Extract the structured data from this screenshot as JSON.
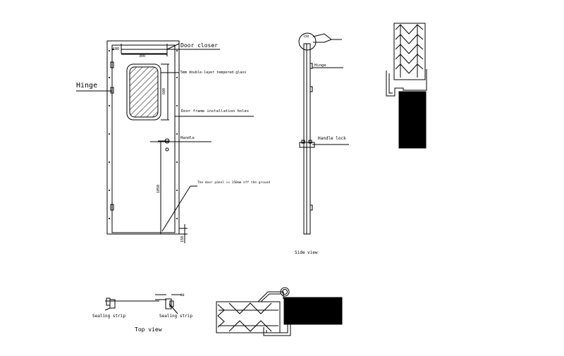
{
  "labels": {
    "door_closer": "Door closer",
    "glass": "5mm double-layer tempered glass",
    "hinge_main": "Hinge",
    "frame_holes": "Door frame installation holes",
    "handle": "Handle",
    "ground_note": "The door panel is 150mm off the ground",
    "hinge_side": "Hinge",
    "handle_lock": "Handle lock",
    "side_view": "Side view",
    "top_view": "Top view",
    "sealing_strip_left": "Sealing strip",
    "sealing_strip_right": "Sealing strip"
  },
  "dimensions": {
    "closer_offset": "180",
    "closer_width": "300",
    "window_height": "600",
    "handle_height": "1050",
    "bottom_gap": "150",
    "side_top": "150",
    "top_view_small": "60"
  },
  "colors": {
    "line": "#000000",
    "paper": "#ffffff"
  }
}
